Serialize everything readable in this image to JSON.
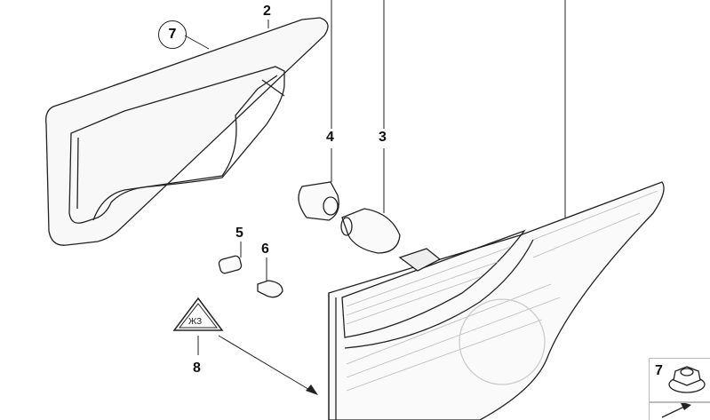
{
  "diagram": {
    "callouts": [
      {
        "id": "2",
        "label": "2"
      },
      {
        "id": "3",
        "label": "3"
      },
      {
        "id": "4",
        "label": "4"
      },
      {
        "id": "5",
        "label": "5"
      },
      {
        "id": "6",
        "label": "6"
      },
      {
        "id": "8",
        "label": "8"
      }
    ],
    "circled_callout": "7",
    "inset": {
      "label": "7",
      "part": "flange-nut"
    },
    "warning_symbol": "warning-triangle-icon"
  }
}
